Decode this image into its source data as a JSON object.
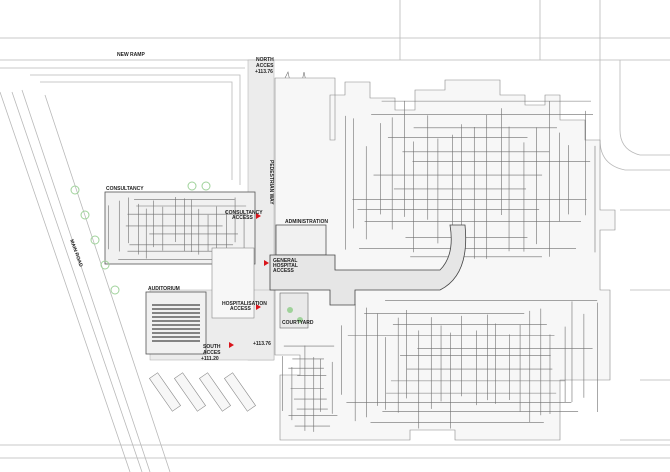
{
  "plan": {
    "labels": {
      "new_ramp": "NEW RAMP",
      "north_access": [
        "NORTH",
        "ACCES",
        "+113.76"
      ],
      "pedestrian_way": "PEDESTRIAN WAY",
      "consultancy": "CONSULTANCY",
      "consultancy_access": [
        "CONSULTANCY",
        "ACCESS"
      ],
      "administration": "ADMINISTRATION",
      "general_hospital_access": [
        "GENERAL",
        "HOSPITAL",
        "ACCESS"
      ],
      "hospitalisation_access": [
        "HOSPITALISATION",
        "ACCESS"
      ],
      "auditorium": "AUDITORIUM",
      "courtyard": "COURTYARD",
      "level_mid": "+113.76",
      "south_access": [
        "SOUTH",
        "ACCES",
        "+111.20"
      ],
      "main_road": "MAIN ROAD"
    },
    "colors": {
      "access_arrow": "#d9141b",
      "tree": "#9fd29a"
    }
  }
}
